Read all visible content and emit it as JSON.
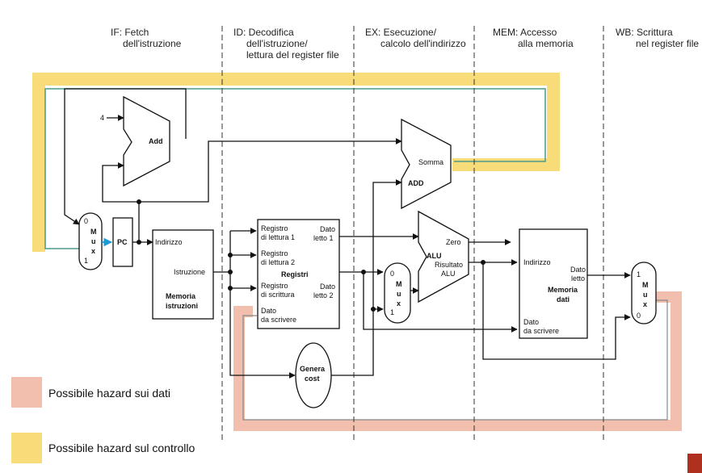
{
  "colors": {
    "data_hazard": "#f2bfae",
    "control_hazard": "#f8dc7a",
    "wire": "#111111",
    "feedback_wire": "#4a9a8a",
    "pc_arrow": "#1a9ad6",
    "corner": "#b03020"
  },
  "stages": {
    "if": [
      "IF: Fetch",
      "dell'istruzione"
    ],
    "id": [
      "ID: Decodifica",
      "dell'istruzione/",
      "lettura del register file"
    ],
    "ex": [
      "EX: Esecuzione/",
      "calcolo dell'indirizzo"
    ],
    "mem": [
      "MEM: Accesso",
      "alla memoria"
    ],
    "wb": [
      "WB: Scrittura",
      "nel register file"
    ]
  },
  "components": {
    "four": "4",
    "add_top": "Add",
    "mux_if": [
      "0",
      "M",
      "u",
      "x",
      "1"
    ],
    "pc": "PC",
    "instr_mem": {
      "indirizzo": "Indirizzo",
      "istruzione": "Istruzione",
      "title": [
        "Memoria",
        "istruzioni"
      ]
    },
    "registers": {
      "reg_read1": [
        "Registro",
        "di lettura 1"
      ],
      "reg_read2": [
        "Registro",
        "di lettura 2"
      ],
      "reg_write": [
        "Registro",
        "di scrittura"
      ],
      "write_data": [
        "Dato",
        "da scrivere"
      ],
      "read_data1": [
        "Dato",
        "letto 1"
      ],
      "read_data2": [
        "Dato",
        "letto 2"
      ],
      "title": "Registri"
    },
    "sign_ext": [
      "Genera",
      "cost"
    ],
    "add_branch": {
      "title": "ADD",
      "sum": "Somma"
    },
    "mux_ex": [
      "0",
      "M",
      "u",
      "x",
      "1"
    ],
    "alu": {
      "title": "ALU",
      "zero": "Zero",
      "result": [
        "Risultato",
        "ALU"
      ]
    },
    "data_mem": {
      "indirizzo": "Indirizzo",
      "read": [
        "Dato",
        "letto"
      ],
      "write": [
        "Dato",
        "da scrivere"
      ],
      "title": [
        "Memoria",
        "dati"
      ]
    },
    "mux_wb": [
      "1",
      "M",
      "u",
      "x",
      "0"
    ]
  },
  "legend": {
    "data": "Possibile hazard sui dati",
    "control": "Possibile hazard sul controllo"
  }
}
